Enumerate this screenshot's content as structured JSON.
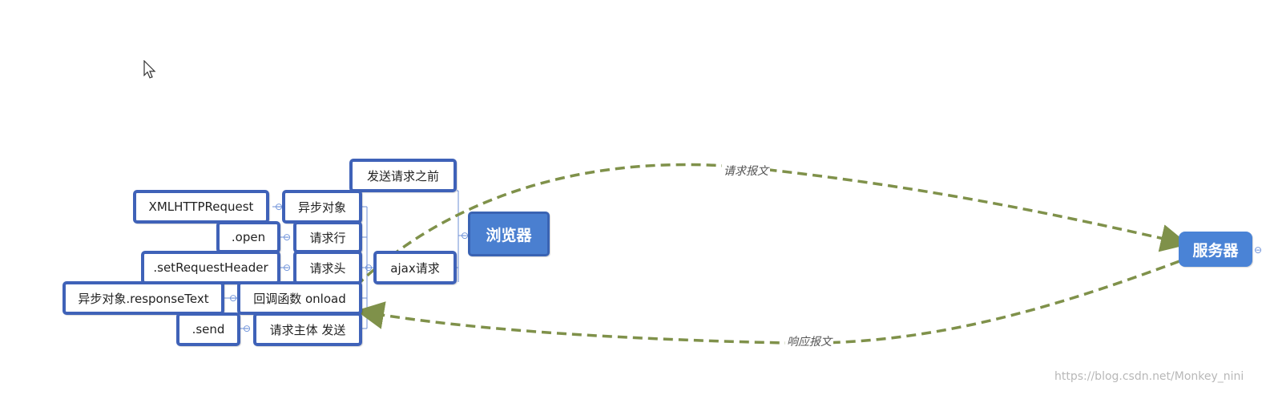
{
  "root": {
    "label": "浏览器"
  },
  "server": {
    "label": "服务器"
  },
  "branches": {
    "before_request": "发送请求之前",
    "ajax_request": "ajax请求"
  },
  "nodes": {
    "async_object": "异步对象",
    "xhr": "XMLHTTPRequest",
    "request_line": "请求行",
    "open": ".open",
    "request_header": "请求头",
    "set_request_header": ".setRequestHeader",
    "callback": "回调函数 onload",
    "response_text": "异步对象.responseText",
    "request_body": "请求主体 发送",
    "send": ".send"
  },
  "edges": {
    "request_message": "请求报文",
    "response_message": "响应报文"
  },
  "colors": {
    "node_border": "#3f62b8",
    "root_fill": "#4a7fd0",
    "arrow": "#7f914a"
  },
  "watermark": "https://blog.csdn.net/Monkey_nini"
}
